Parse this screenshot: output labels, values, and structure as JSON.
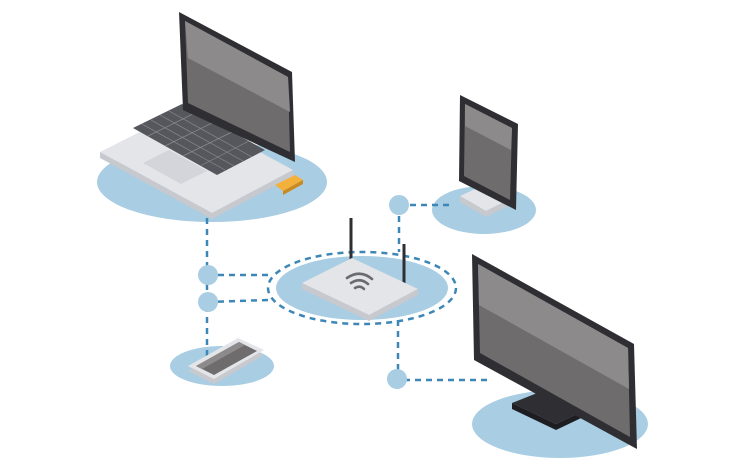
{
  "diagram": {
    "colors": {
      "platform": "#a9cde3",
      "link": "#3d87b8",
      "node": "#a9cde3",
      "screen": "#6f6c6d",
      "screen_light": "#8d8a8b",
      "frame": "#2f2f33",
      "device_body": "#e4e5e9",
      "device_shadow": "#c7c9cf",
      "usb": "#f3b13c"
    },
    "devices": [
      {
        "id": "laptop",
        "icon": "laptop-icon"
      },
      {
        "id": "tablet",
        "icon": "tablet-on-stand-icon"
      },
      {
        "id": "router",
        "icon": "wifi-router-icon"
      },
      {
        "id": "smartphone",
        "icon": "smartphone-icon"
      },
      {
        "id": "monitor",
        "icon": "desktop-monitor-icon"
      }
    ],
    "connections": [
      {
        "from": "laptop",
        "to": "router"
      },
      {
        "from": "tablet",
        "to": "router"
      },
      {
        "from": "smartphone",
        "to": "router"
      },
      {
        "from": "monitor",
        "to": "router"
      }
    ]
  }
}
